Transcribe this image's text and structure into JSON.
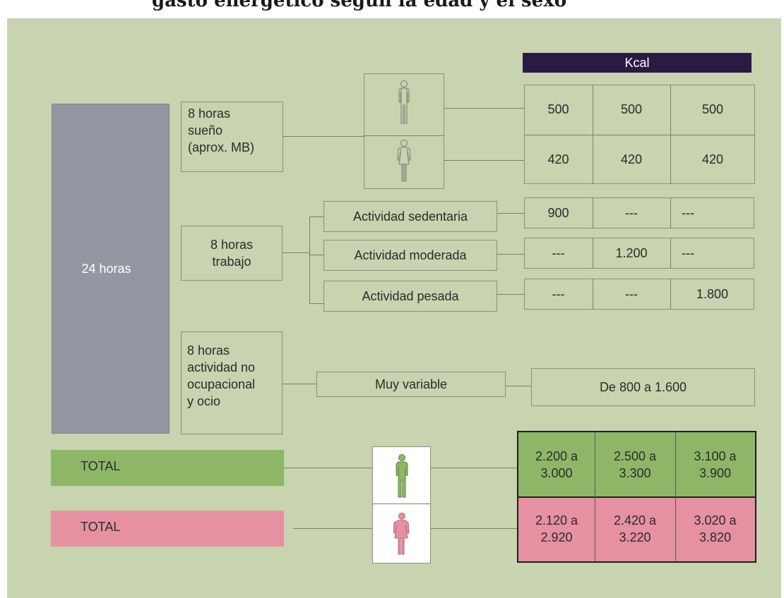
{
  "caption": "gasto energético según la edad y el sexo",
  "kcal_header": "Kcal",
  "day_label": "24 horas",
  "sleep": {
    "label_lines": [
      "8 horas",
      "sueño",
      "(aprox. MB)"
    ],
    "male_values": [
      "500",
      "500",
      "500"
    ],
    "female_values": [
      "420",
      "420",
      "420"
    ]
  },
  "work": {
    "label_lines": [
      "8 horas",
      "trabajo"
    ],
    "activities": [
      {
        "label": "Actividad sedentaria",
        "values": [
          "900",
          "---",
          "---"
        ]
      },
      {
        "label": "Actividad moderada",
        "values": [
          "---",
          "1.200",
          "---"
        ]
      },
      {
        "label": "Actividad pesada",
        "values": [
          "---",
          "---",
          "1.800"
        ]
      }
    ]
  },
  "leisure": {
    "label_lines": [
      "8 horas",
      "actividad no",
      "ocupacional",
      "y ocio"
    ],
    "middle": "Muy variable",
    "value": "De 800 a 1.600"
  },
  "totals": {
    "male": {
      "label": "TOTAL",
      "values": [
        [
          "2.200 a",
          "3.000"
        ],
        [
          "2.500 a",
          "3.300"
        ],
        [
          "3.100 a",
          "3.900"
        ]
      ]
    },
    "female": {
      "label": "TOTAL",
      "values": [
        [
          "2.120 a",
          "2.920"
        ],
        [
          "2.420 a",
          "3.220"
        ],
        [
          "3.020 a",
          "3.820"
        ]
      ]
    }
  },
  "colors": {
    "background": "#c8d3af",
    "kcal_bar": "#2b1a44",
    "day_bar": "#9297a1",
    "male_total": "#8db767",
    "female_total": "#e591a1",
    "box_border": "#8a9180"
  },
  "icons": [
    "male-figure-icon",
    "female-figure-icon"
  ]
}
